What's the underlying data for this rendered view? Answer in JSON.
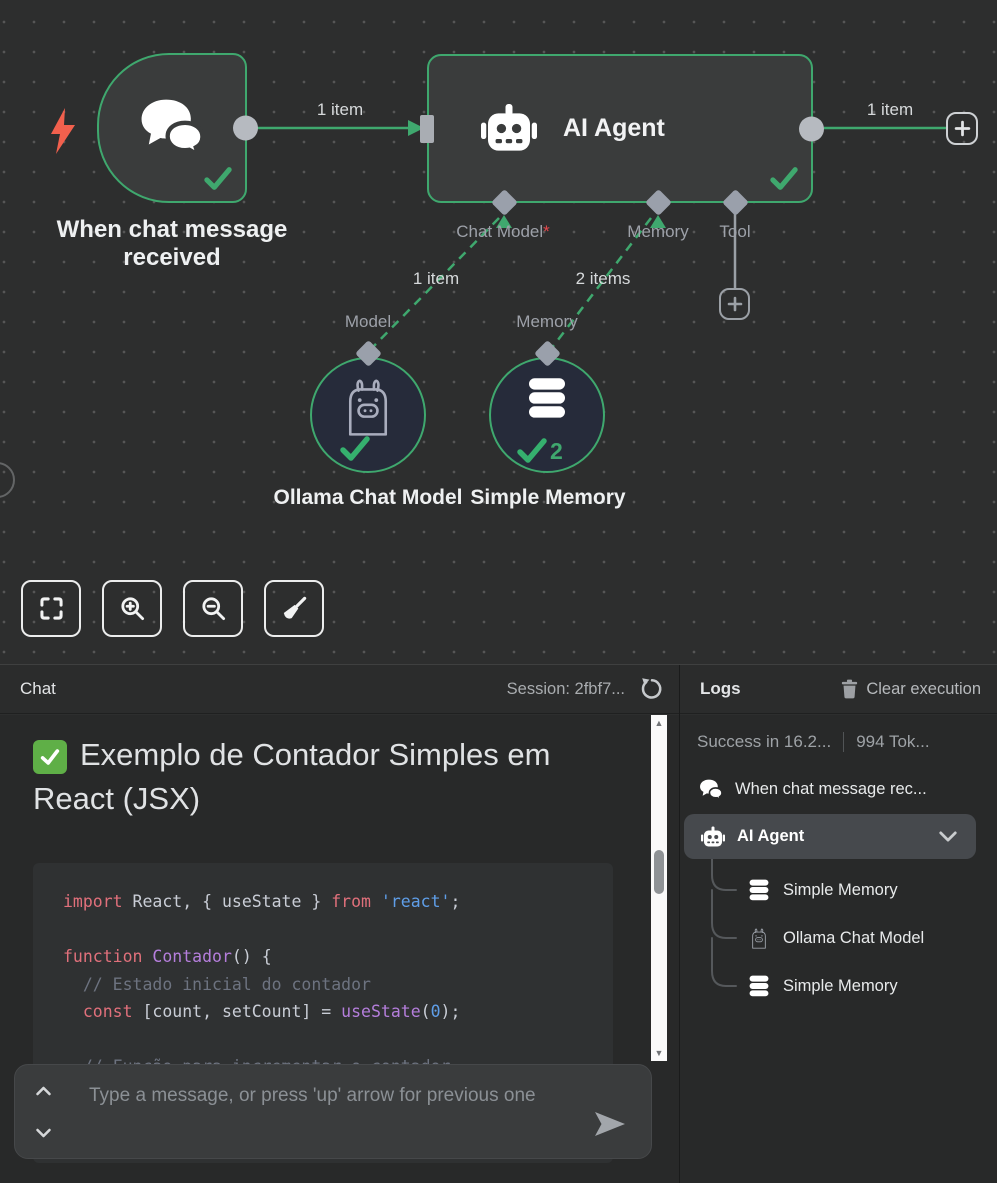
{
  "colors": {
    "accent_green": "#3fa86e",
    "canvas_bg": "#2d2e2e",
    "panel_bg": "#282929",
    "selected_row": "#46494d",
    "error_red": "#e5484d",
    "bolt_orange": "#f2604d"
  },
  "canvas": {
    "trigger": {
      "label": "When chat message received"
    },
    "agent": {
      "label": "AI Agent"
    },
    "ports": {
      "chat_model": "Chat Model",
      "chat_model_required": "*",
      "memory": "Memory",
      "tool": "Tool"
    },
    "sub_ports": {
      "model": "Model",
      "memory": "Memory"
    },
    "edge_labels": {
      "trigger_out": "1 item",
      "agent_out": "1 item",
      "model": "1 item",
      "memory": "2 items"
    },
    "subnodes": {
      "ollama": "Ollama Chat Model",
      "memory": "Simple Memory",
      "memory_badge": "2"
    }
  },
  "toolbar": {
    "buttons": [
      {
        "name": "zoom-to-fit",
        "icon": "expand-icon"
      },
      {
        "name": "zoom-in",
        "icon": "zoom-in-icon"
      },
      {
        "name": "zoom-out",
        "icon": "zoom-out-icon"
      },
      {
        "name": "tidy-up",
        "icon": "broom-icon"
      }
    ]
  },
  "chat": {
    "header": {
      "title": "Chat",
      "session": "Session: 2fbf7..."
    },
    "message": {
      "emoji": "white-check-mark",
      "title": "Exemplo de Contador Simples em React (JSX)"
    },
    "code_lines": [
      [
        [
          "k",
          "import"
        ],
        [
          "p",
          " React, { useState } "
        ],
        [
          "k",
          "from"
        ],
        [
          "p",
          " "
        ],
        [
          "s",
          "'react'"
        ],
        [
          "p",
          ";"
        ]
      ],
      [],
      [
        [
          "k",
          "function"
        ],
        [
          "p",
          " "
        ],
        [
          "f",
          "Contador"
        ],
        [
          "p",
          "() {"
        ]
      ],
      [
        [
          "c",
          "  // Estado inicial do contador"
        ]
      ],
      [
        [
          "k",
          "  const"
        ],
        [
          "p",
          " [count, setCount] = "
        ],
        [
          "f",
          "useState"
        ],
        [
          "p",
          "("
        ],
        [
          "n",
          "0"
        ],
        [
          "p",
          ");"
        ]
      ],
      [],
      [
        [
          "c",
          "  // Função para incrementar o contador"
        ]
      ]
    ],
    "input": {
      "placeholder": "Type a message, or press 'up' arrow for previous one"
    }
  },
  "logs": {
    "header": {
      "title": "Logs",
      "clear_label": "Clear execution"
    },
    "status": {
      "left": "Success in 16.2...",
      "right": "994 Tok..."
    },
    "rows": [
      {
        "icon": "chat-bubbles-icon",
        "label": "When chat message rec...",
        "selected": false,
        "child": false
      },
      {
        "icon": "robot-icon",
        "label": "AI Agent",
        "selected": true,
        "child": false,
        "chevron": true
      },
      {
        "icon": "database-icon",
        "label": "Simple Memory",
        "selected": false,
        "child": true
      },
      {
        "icon": "llama-icon",
        "label": "Ollama Chat Model",
        "selected": false,
        "child": true
      },
      {
        "icon": "database-icon",
        "label": "Simple Memory",
        "selected": false,
        "child": true
      }
    ]
  }
}
